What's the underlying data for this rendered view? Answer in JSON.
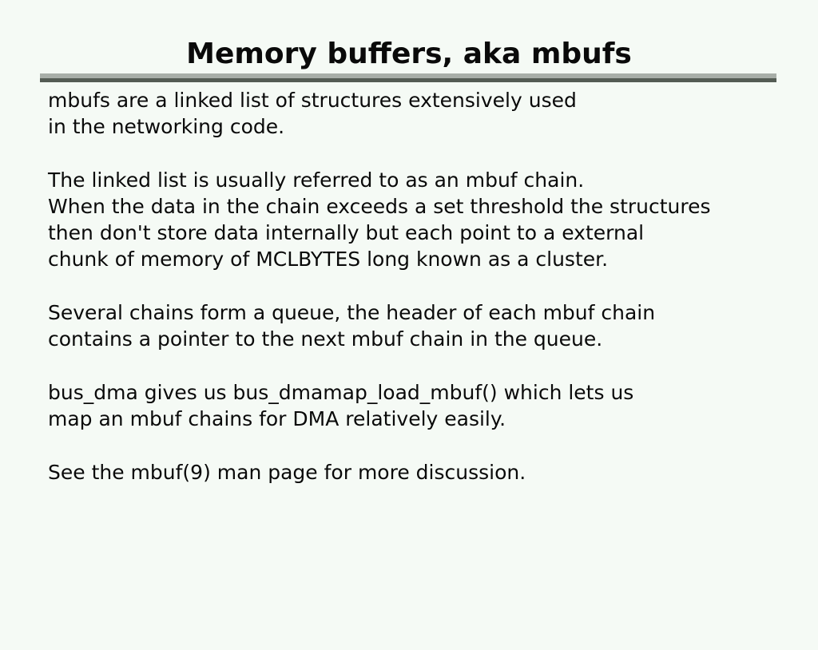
{
  "slide": {
    "title": "Memory buffers, aka mbufs",
    "paragraphs": [
      {
        "lines": [
          "mbufs are a linked list of structures extensively used",
          "in the networking code."
        ]
      },
      {
        "lines": [
          "The linked list is usually referred to as an mbuf chain.",
          "When the data in the chain exceeds a set threshold the structures",
          "then don't store data internally but each point to a external",
          "chunk of memory of MCLBYTES long known as a cluster."
        ]
      },
      {
        "lines": [
          "Several chains form a queue, the header of each mbuf chain",
          "contains a pointer to the next mbuf chain in the queue."
        ]
      },
      {
        "lines": [
          "bus_dma gives us bus_dmamap_load_mbuf() which lets us",
          "map an mbuf chains for DMA relatively easily."
        ]
      },
      {
        "lines": [
          "See the mbuf(9) man page for more discussion."
        ]
      }
    ],
    "colors": {
      "background": "#f5faf5",
      "text": "#0a0a0a",
      "rule_top": "#a8aea8",
      "rule_bottom": "#545c54"
    }
  }
}
